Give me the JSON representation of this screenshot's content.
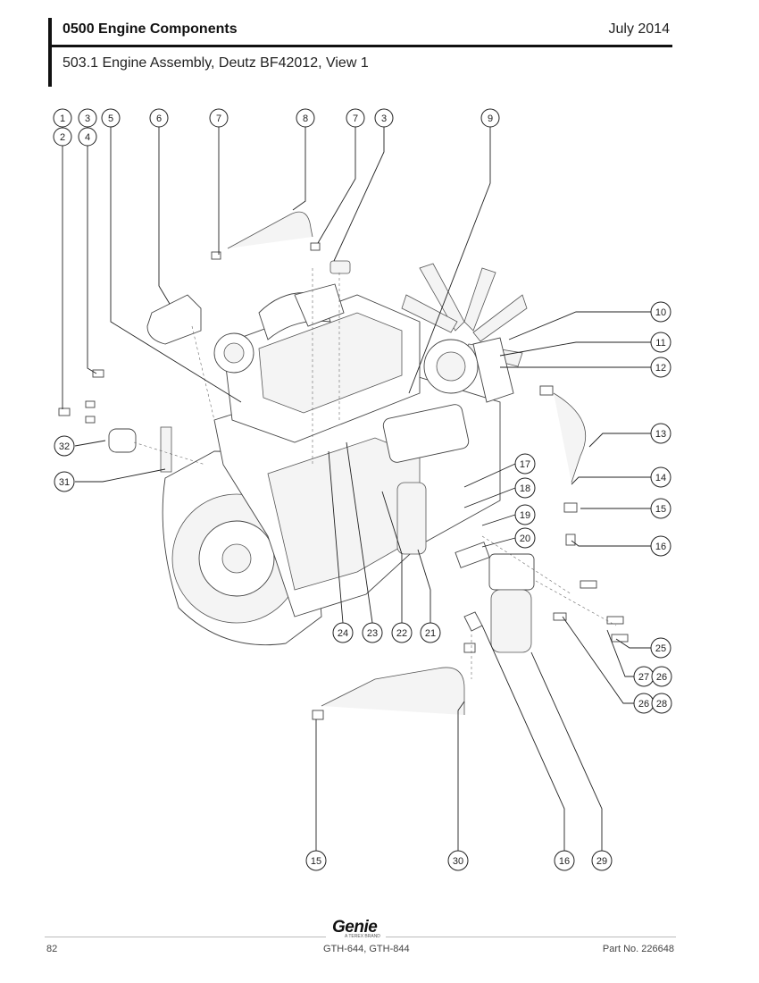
{
  "header": {
    "section": "0500 Engine Components",
    "date": "July 2014",
    "subtitle": "503.1 Engine Assembly, Deutz BF42012, View 1"
  },
  "callouts": {
    "c1": "1",
    "c2": "2",
    "c3": "3",
    "c4": "4",
    "c5": "5",
    "c6": "6",
    "c7": "7",
    "c8": "8",
    "c7b": "7",
    "c3b": "3",
    "c9": "9",
    "c10": "10",
    "c11": "11",
    "c12": "12",
    "c13": "13",
    "c14": "14",
    "c15": "15",
    "c16": "16",
    "c17": "17",
    "c18": "18",
    "c19": "19",
    "c20": "20",
    "c25": "25",
    "c27": "27",
    "c26": "26",
    "c26b": "26",
    "c28": "28",
    "c32": "32",
    "c31": "31",
    "c24": "24",
    "c23": "23",
    "c22": "22",
    "c21": "21",
    "c15b": "15",
    "c30": "30",
    "c16b": "16",
    "c29": "29"
  },
  "footer": {
    "logo": "Genie",
    "logo_tag": "A TEREX BRAND",
    "page": "82",
    "models": "GTH-644, GTH-844",
    "part_no": "Part No. 226648"
  }
}
